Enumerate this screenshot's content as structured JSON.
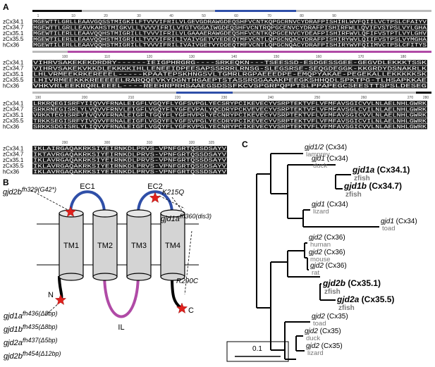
{
  "panel_labels": {
    "a": "A",
    "b": "B",
    "c": "C"
  },
  "alignment": {
    "blocks": [
      {
        "rows": [
          {
            "name": "zCx34.1",
            "seq": "MGEWTTLGRLLEAAVGQSSTMIGKILFTVVVIFRILVLGEVGDRAWGDEQSHFVCNTKQPGCRNVCYDRAFPISHIRLWVFQIILVCTPSLCFAIYV"
          },
          {
            "name": "zCx34.7",
            "seq": "MGEWTTLGRLLEAVKAHSTMIGKVLLTVVVIFRILVTGTVGGAIWGDEQSHFVCNTRQPGCENVCYDRAFPISHIRFWLLQVIFVSTPSLVYLGHA"
          },
          {
            "name": "zCx35.1",
            "seq": "MGEWTILERLLEAAVQQHSTMIGRILLTVVVIFRILVLGAAAERAWGDEQSHFVCNTKQPGCENVCYDEAFPISHIRFWVLQFIFVSTPTLVYLGHV"
          },
          {
            "name": "zCx35.5",
            "seq": "MGEWTILERLLEAAVQQHSTMIGRILLTVVVIFRILIVAIVGETVYEDEQTMFVCNTLQPGCNQACYDRAFPISHIRYWVLQIIFVSTPSLVYMGHA"
          },
          {
            "name": "hCx36",
            "seq": "MGEWTILERLLEAAVQQHSTMIGRILLTVVVIFRILIVAIVGETVYDDEQTMFVCNTLQPGCNQACYDRAFPISHIRYWVFQIIMVCTPSLCFITYS"
          }
        ],
        "ruler": [
          "1",
          "10",
          "20",
          "30",
          "40",
          "50",
          "60",
          "70",
          "80",
          "90"
        ]
      },
      {
        "rows": [
          {
            "name": "zCx34.1",
            "seq": "VIHRVSAKEKEKDRDRY------IEIGPHRGRG----SRKEQKN---TSEESSD-ESDGESSGEE-GEGVDLEKKKTSSK"
          },
          {
            "name": "zCx34.7",
            "seq": "VIHRVSAKEKVKKDLEKKKKIHLLENEEIDPEESAPSSRRRLRNSG-SLEGSRSE-SEQGDEGGK-KKGRDYDSNAKRLK"
          },
          {
            "name": "zCx35.1",
            "seq": "LHLVRMEEKRKEREEEL-----KPAATEPSKHNGSVLTGMRLRGPAEEEDPE-EMQPYAKAE-PEGEKALLEKKKKKSK"
          },
          {
            "name": "zCx35.5",
            "seq": "LHIVRMEEKKKREEEEELRARQQEVKYDGNTHGAEPTSTASSRGGAAAKPEEGKSHHQDLSPKTPG-TLHSAPKKAE"
          },
          {
            "name": "hCx36",
            "seq": "VHKVRLEEKRQRLEEEL----REEHRPRHSAAEGSDSSFKCVSPGRPQPPTSLPPAPEGCSEESTTSPSLDESEG"
          }
        ],
        "ruler": [
          "100",
          "110",
          "120",
          "130",
          "140",
          "150",
          "160",
          "170",
          "180"
        ]
      },
      {
        "rows": [
          {
            "name": "zCx34.1",
            "seq": "LRKRQEGISRFYIIQVVFRNALEIGFLVGQYFLYGFSVPGLYECSRYPCIKEVECYVSRPTEKTVFLVFMFAVSGICVVLNLAELNHLGWRK"
          },
          {
            "name": "zCx34.7",
            "seq": "SRKRNEGISRLYLVQVVFRNVLEIGFLVGQYFLYGFEVPALYQCDRYPCKVEVECYVSRPTEKTVFLVFMFAVSGLCVILNLAELNHLGWRK"
          },
          {
            "name": "zCx35.1",
            "seq": "VRKKTEGISRFYIVQVVFRNALEIGFLTGQYFLYGFHVPGLYECNRYPCIKEVECYVSRPTEKTVFLVFMFAVSGICVVLNLAELNHLGWRK"
          },
          {
            "name": "zCx35.5",
            "seq": "TRKKSEGISRFYIVQVVFRNALEIGFLVGQYFLYGFSVPGLYECDRYPCIKEVECYVSRPTEKTVFLVFMFAVSGICVILNLAELNHLGWRK"
          },
          {
            "name": "hCx36",
            "seq": "SRKKSDGISRLYLIQVVFRNALEIGFLVGQYFLYGFKVPGLYECNRYPCIKEVECYVSRPTEKTVFLVFMFAVSGICVVLNLAELNHLGWRK"
          }
        ],
        "ruler": [
          "190",
          "200",
          "210",
          "220",
          "230",
          "240",
          "250",
          "260",
          "270",
          "280"
        ]
      },
      {
        "rows": [
          {
            "name": "zCx34.1",
            "seq": "IKLAIRGAQAKRKSIYEIRNKDLPRVS-VPNFGRTQSSDSAYV"
          },
          {
            "name": "zCx34.7",
            "seq": "IKTAVRGAQAKRKSIYEIRNKDLPRVS-VPNFGRTQSSDSAYV"
          },
          {
            "name": "zCx35.1",
            "seq": "IKLAVRGAQAKRKSIYEIRNKDLPRVS-VPNFGRTQSSDSAYV"
          },
          {
            "name": "zCx35.5",
            "seq": "IKLAVRGAQAKRKSIYEIRNKDLPRVS-VPNFGRTQSSDSAYV"
          },
          {
            "name": "hCx36",
            "seq": "IKLAVRGAQAKRKSIYEIRNKDLPRVS-VPNFGRTQSSDSAYV"
          }
        ],
        "ruler": [
          "290",
          "300",
          "310",
          "320",
          "325"
        ]
      }
    ]
  },
  "topology": {
    "loops": {
      "ec1": "EC1",
      "ec2": "EC2",
      "il": "IL"
    },
    "tm": [
      "TM1",
      "TM2",
      "TM3",
      "TM4"
    ],
    "termini": {
      "n": "N",
      "c": "C"
    },
    "mutations": {
      "g42_gene": "gjd2b",
      "g42_allele": "fh329(G42*)",
      "k215q": "K215Q",
      "dis3_gene": "gjd1a",
      "dis3_allele": "fh360(dis3)",
      "r290c": "R290C"
    },
    "alleles": [
      {
        "gene": "gjd1a",
        "allele": "fh436(Δ8bp)"
      },
      {
        "gene": "gjd1b",
        "allele": "fh435(Δ8bp)"
      },
      {
        "gene": "gjd2a",
        "allele": "fh437(Δ5bp)"
      },
      {
        "gene": "gjd2b",
        "allele": "fh454(Δ12bp)"
      }
    ],
    "colors": {
      "loop_ec": "#2f4fa8",
      "loop_il": "#b04aa6",
      "star": "#e0201c"
    }
  },
  "tree": {
    "leaves": [
      {
        "gene": "gjd1/2",
        "paren": "(Cx34)",
        "species": "lamprey",
        "bold": false
      },
      {
        "gene": "gjd1",
        "paren": "(Cx34)",
        "species": "duck",
        "bold": false
      },
      {
        "gene": "gjd1a",
        "paren": "(Cx34.1)",
        "species": "zfish",
        "bold": true
      },
      {
        "gene": "gjd1b",
        "paren": "(Cx34.7)",
        "species": "zfish",
        "bold": true
      },
      {
        "gene": "gjd1",
        "paren": "(Cx34)",
        "species": "lizard",
        "bold": false
      },
      {
        "gene": "gjd1",
        "paren": "(Cx34)",
        "species": "toad",
        "bold": false
      },
      {
        "gene": "gjd2",
        "paren": "(Cx36)",
        "species": "human",
        "bold": false
      },
      {
        "gene": "gjd2",
        "paren": "(Cx36)",
        "species": "mouse",
        "bold": false
      },
      {
        "gene": "gjd2",
        "paren": "(Cx36)",
        "species": "rat",
        "bold": false
      },
      {
        "gene": "gjd2b",
        "paren": "(Cx35.1)",
        "species": "zfish",
        "bold": true
      },
      {
        "gene": "gjd2a",
        "paren": "(Cx35.5)",
        "species": "zfish",
        "bold": true
      },
      {
        "gene": "gjd2",
        "paren": "(Cx35)",
        "species": "toad",
        "bold": false
      },
      {
        "gene": "gjd2",
        "paren": "(Cx35)",
        "species": "duck",
        "bold": false
      },
      {
        "gene": "gjd2",
        "paren": "(Cx35)",
        "species": "lizard",
        "bold": false
      }
    ],
    "scale_label": "0.1"
  }
}
